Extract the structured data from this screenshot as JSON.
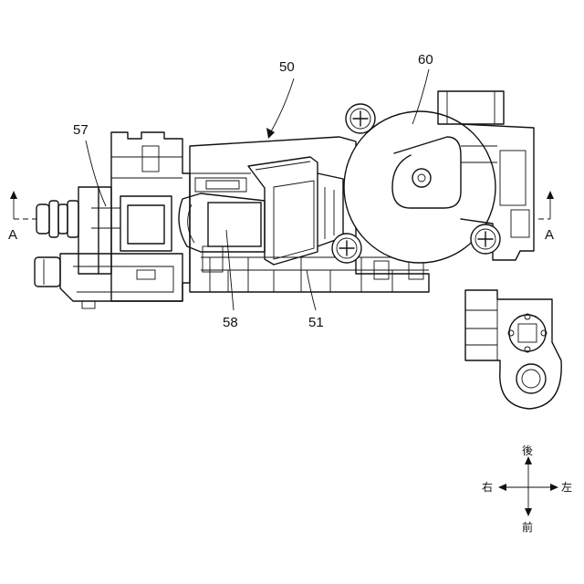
{
  "labels": {
    "assembly": "50",
    "housing": "51",
    "connector": "57",
    "lever": "58",
    "motor": "60",
    "section_left": "A",
    "section_right": "A"
  },
  "directions": {
    "back": "後",
    "front": "前",
    "right": "右",
    "left": "左"
  }
}
